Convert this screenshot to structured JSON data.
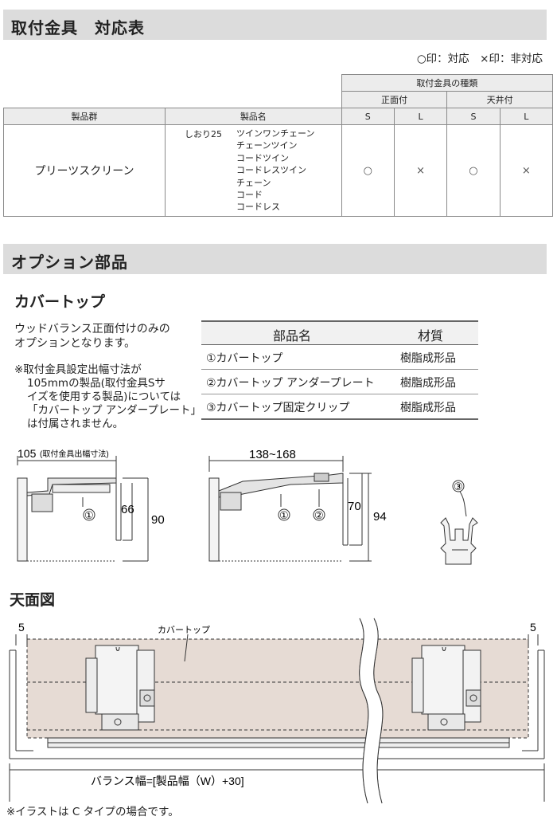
{
  "section1": {
    "title": "取付金具　対応表",
    "legend": "○印：対応　×印：非対応"
  },
  "compat_table": {
    "group_header": "取付金具の種類",
    "col_product_group": "製品群",
    "col_product_name": "製品名",
    "sub_front": "正面付",
    "sub_ceiling": "天井付",
    "size_labels": [
      "S",
      "L",
      "S",
      "L"
    ],
    "row": {
      "group": "プリーツスクリーン",
      "series": "しおり25",
      "models": [
        "ツインワンチェーン",
        "チェーンツイン",
        "コードツイン",
        "コードレスツイン",
        "チェーン",
        "コード",
        "コードレス"
      ],
      "marks": [
        "○",
        "×",
        "○",
        "×"
      ]
    }
  },
  "section2": {
    "title": "オプション部品",
    "subtitle": "カバートップ",
    "description": [
      "ウッドバランス正面付けのみの",
      "オプションとなります。"
    ],
    "note": [
      "※取付金具設定出幅寸法が",
      "105mmの製品(取付金具Sサ",
      "イズを使用する製品)については",
      "「カバートップ アンダープレート」",
      "は付属されません。"
    ]
  },
  "parts_table": {
    "col_name": "部品名",
    "col_material": "材質",
    "rows": [
      {
        "name": "①カバートップ",
        "material": "樹脂成形品"
      },
      {
        "name": "②カバートップ アンダープレート",
        "material": "樹脂成形品"
      },
      {
        "name": "③カバートップ固定クリップ",
        "material": "樹脂成形品"
      }
    ]
  },
  "diagram_left": {
    "width_label": "105",
    "width_note": "(取付金具出幅寸法)",
    "inner_height": "66",
    "outer_height": "90",
    "marker1": "①"
  },
  "diagram_mid": {
    "width_label": "138~168",
    "inner_height": "70",
    "outer_height": "94",
    "marker1": "①",
    "marker2": "②"
  },
  "diagram_clip": {
    "marker3": "③"
  },
  "top_view": {
    "title": "天面図",
    "left_gap": "5",
    "right_gap": "5",
    "cover_label": "カバートップ",
    "width_formula": "バランス幅=[製品幅（W）+30]",
    "footnote": "※イラストは C タイプの場合です。"
  },
  "colors": {
    "section_bar": "#dcdcdc",
    "cover_fill": "#e6dbd4",
    "line": "#333333"
  }
}
